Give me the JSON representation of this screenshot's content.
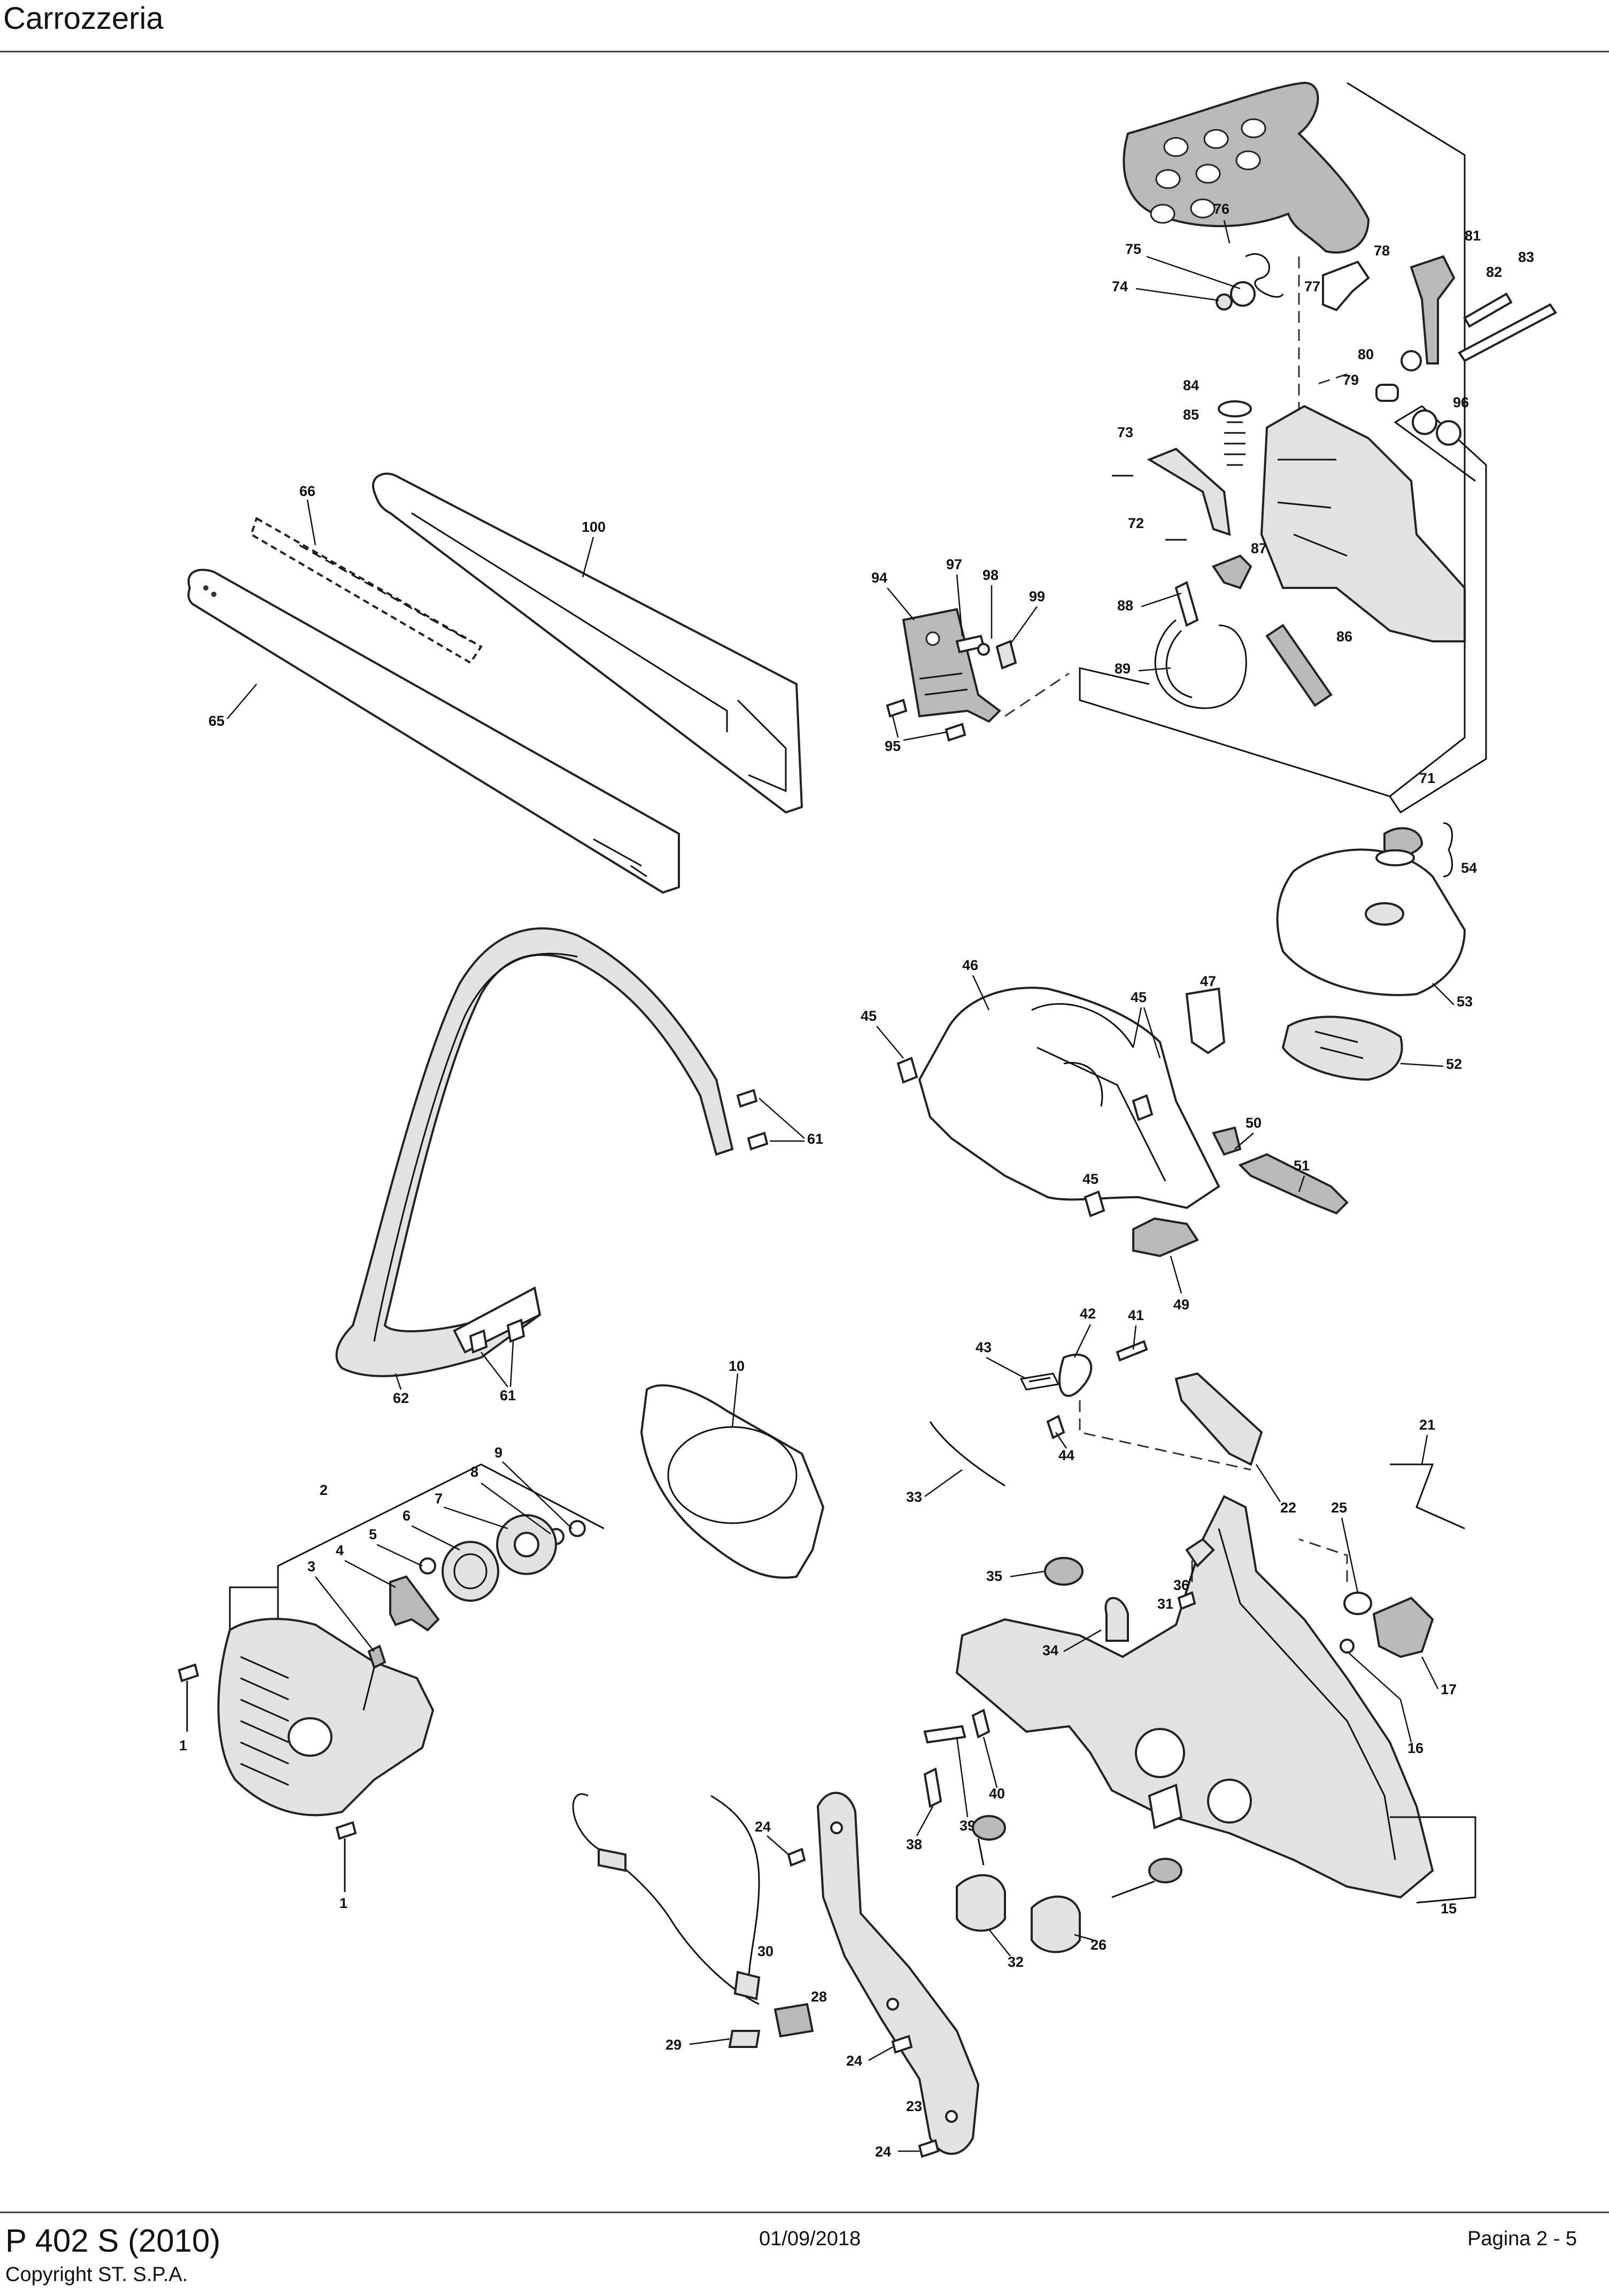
{
  "header": {
    "title": "Carrozzeria"
  },
  "footer": {
    "model": "P 402 S (2010)",
    "copyright": "Copyright ST. S.P.A.",
    "date": "01/09/2018",
    "page": "Pagina 2 - 5"
  },
  "diagram": {
    "callouts": [
      {
        "id": "76",
        "text": "76"
      },
      {
        "id": "75",
        "text": "75"
      },
      {
        "id": "74",
        "text": "74"
      },
      {
        "id": "77",
        "text": "77"
      },
      {
        "id": "78",
        "text": "78"
      },
      {
        "id": "81",
        "text": "81"
      },
      {
        "id": "82",
        "text": "82"
      },
      {
        "id": "83",
        "text": "83"
      },
      {
        "id": "80",
        "text": "80"
      },
      {
        "id": "79",
        "text": "79"
      },
      {
        "id": "96",
        "text": "96"
      },
      {
        "id": "84",
        "text": "84"
      },
      {
        "id": "85",
        "text": "85"
      },
      {
        "id": "73",
        "text": "73"
      },
      {
        "id": "72",
        "text": "72"
      },
      {
        "id": "87",
        "text": "87"
      },
      {
        "id": "88",
        "text": "88"
      },
      {
        "id": "86",
        "text": "86"
      },
      {
        "id": "89",
        "text": "89"
      },
      {
        "id": "71",
        "text": "71"
      },
      {
        "id": "94",
        "text": "94"
      },
      {
        "id": "97",
        "text": "97"
      },
      {
        "id": "98",
        "text": "98"
      },
      {
        "id": "99",
        "text": "99"
      },
      {
        "id": "95",
        "text": "95"
      },
      {
        "id": "66",
        "text": "66"
      },
      {
        "id": "100",
        "text": "100"
      },
      {
        "id": "65",
        "text": "65"
      },
      {
        "id": "54",
        "text": "54"
      },
      {
        "id": "53",
        "text": "53"
      },
      {
        "id": "52",
        "text": "52"
      },
      {
        "id": "46",
        "text": "46"
      },
      {
        "id": "45a",
        "text": "45"
      },
      {
        "id": "45b",
        "text": "45"
      },
      {
        "id": "45c",
        "text": "45"
      },
      {
        "id": "47",
        "text": "47"
      },
      {
        "id": "50",
        "text": "50"
      },
      {
        "id": "51",
        "text": "51"
      },
      {
        "id": "49",
        "text": "49"
      },
      {
        "id": "61a",
        "text": "61"
      },
      {
        "id": "61b",
        "text": "61"
      },
      {
        "id": "62",
        "text": "62"
      },
      {
        "id": "10",
        "text": "10"
      },
      {
        "id": "43",
        "text": "43"
      },
      {
        "id": "42",
        "text": "42"
      },
      {
        "id": "41",
        "text": "41"
      },
      {
        "id": "44",
        "text": "44"
      },
      {
        "id": "21",
        "text": "21"
      },
      {
        "id": "33",
        "text": "33"
      },
      {
        "id": "22",
        "text": "22"
      },
      {
        "id": "36",
        "text": "36"
      },
      {
        "id": "25",
        "text": "25"
      },
      {
        "id": "35",
        "text": "35"
      },
      {
        "id": "31",
        "text": "31"
      },
      {
        "id": "17",
        "text": "17"
      },
      {
        "id": "34",
        "text": "34"
      },
      {
        "id": "16",
        "text": "16"
      },
      {
        "id": "2",
        "text": "2"
      },
      {
        "id": "9",
        "text": "9"
      },
      {
        "id": "8",
        "text": "8"
      },
      {
        "id": "7",
        "text": "7"
      },
      {
        "id": "6",
        "text": "6"
      },
      {
        "id": "5",
        "text": "5"
      },
      {
        "id": "4",
        "text": "4"
      },
      {
        "id": "3",
        "text": "3"
      },
      {
        "id": "1a",
        "text": "1"
      },
      {
        "id": "1b",
        "text": "1"
      },
      {
        "id": "40",
        "text": "40"
      },
      {
        "id": "38",
        "text": "38"
      },
      {
        "id": "39",
        "text": "39"
      },
      {
        "id": "24a",
        "text": "24"
      },
      {
        "id": "30",
        "text": "30"
      },
      {
        "id": "28",
        "text": "28"
      },
      {
        "id": "29",
        "text": "29"
      },
      {
        "id": "24b",
        "text": "24"
      },
      {
        "id": "23",
        "text": "23"
      },
      {
        "id": "24c",
        "text": "24"
      },
      {
        "id": "32",
        "text": "32"
      },
      {
        "id": "26",
        "text": "26"
      },
      {
        "id": "15",
        "text": "15"
      }
    ]
  }
}
